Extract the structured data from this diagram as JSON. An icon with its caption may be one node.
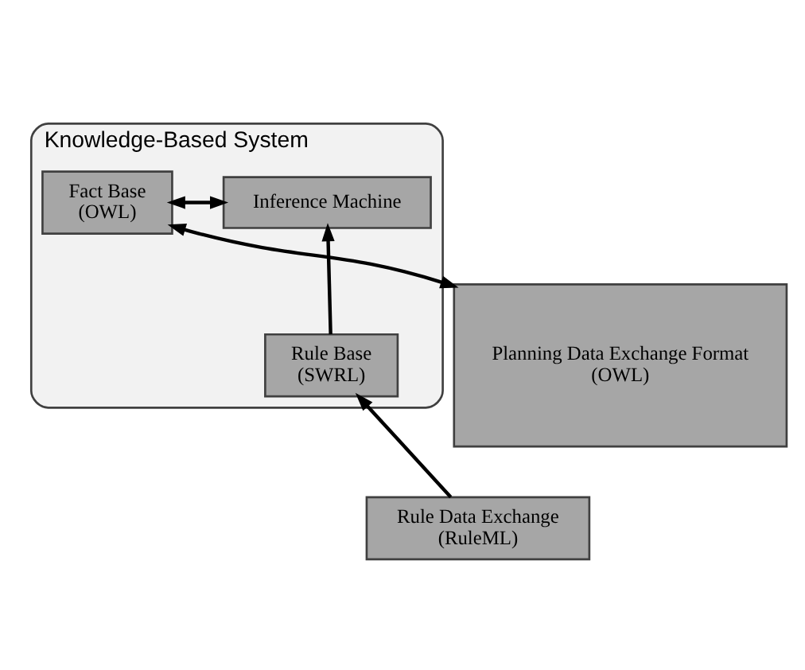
{
  "diagram": {
    "nodes": [
      {
        "text": [
          "Knowledge-Based System"
        ]
      },
      {
        "text": [
          "Planning Data Exchange Format",
          "(OWL)"
        ]
      },
      {
        "text": [
          "Fact Base",
          "(OWL)"
        ],
        "in": 0
      },
      {
        "text": [
          "Inference Machine"
        ],
        "in": 0
      },
      {
        "text": [
          "Rule Base",
          "(SWRL)"
        ],
        "in": 0
      },
      {
        "text": [
          "Rule Data Exchange",
          "(RuleML)"
        ]
      }
    ],
    "edges": [
      {
        "from": 1,
        "to": 2,
        "arrow": "both"
      },
      {
        "from": 2,
        "to": 3,
        "arrow": "both"
      },
      {
        "from": 4,
        "to": 3,
        "arrow": "to"
      },
      {
        "from": 5,
        "to": 4,
        "arrow": "to"
      }
    ]
  }
}
